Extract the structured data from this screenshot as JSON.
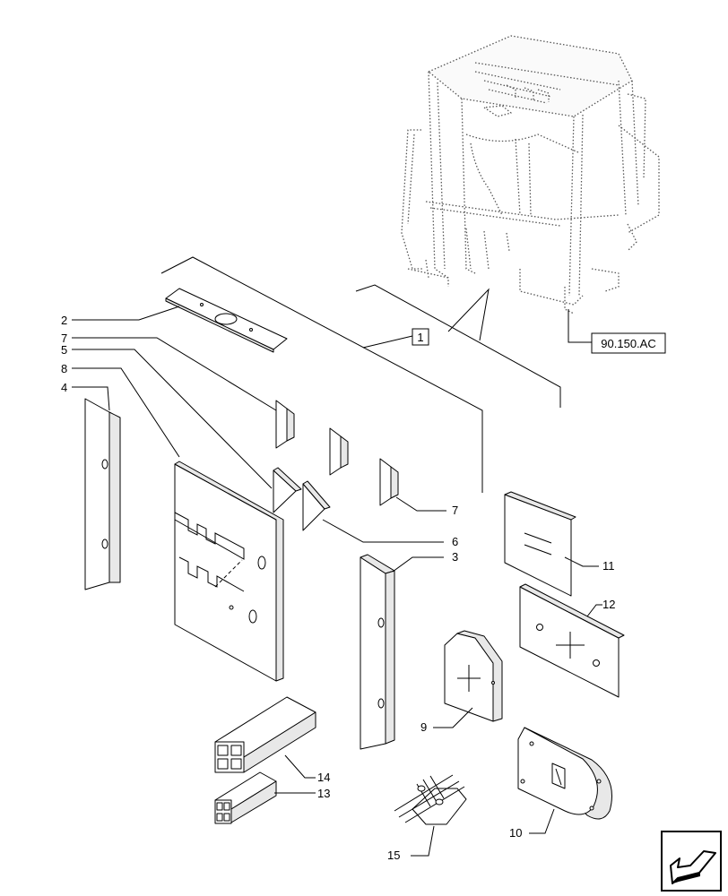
{
  "callouts": {
    "c1": "1",
    "c2": "2",
    "c3": "3",
    "c4": "4",
    "c5": "5",
    "c6": "6",
    "c7a": "7",
    "c7b": "7",
    "c8": "8",
    "c9": "9",
    "c10": "10",
    "c11": "11",
    "c12": "12",
    "c13": "13",
    "c14": "14",
    "c15": "15"
  },
  "reference": {
    "label": "90.150.AC"
  },
  "icons": {
    "nav": "next-page-arrow-icon"
  }
}
